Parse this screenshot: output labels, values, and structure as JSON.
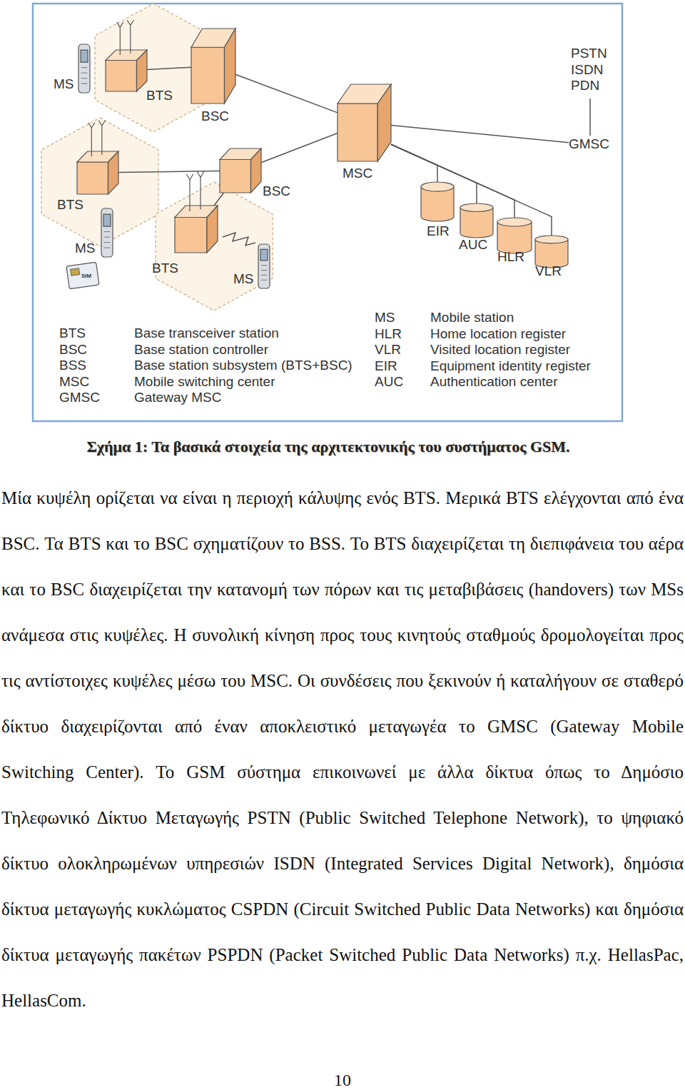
{
  "diagram": {
    "caption": "Σχήμα 1: Τα βασικά στοιχεία της αρχιτεκτονικής του συστήματος GSM.",
    "nodes": [
      {
        "text": [
          "MS"
        ]
      },
      {
        "text": [
          "BTS"
        ]
      },
      {
        "text": [
          "BSC"
        ]
      },
      {
        "text": [
          "MSC"
        ]
      },
      {
        "text": [
          "GMSC"
        ]
      },
      {
        "text": [
          "BTS"
        ]
      },
      {
        "text": [
          "BSC"
        ]
      },
      {
        "text": [
          "MS"
        ]
      },
      {
        "text": [
          "BTS"
        ]
      },
      {
        "text": [
          "MS"
        ]
      },
      {
        "text": [
          "EIR"
        ]
      },
      {
        "text": [
          "AUC"
        ]
      },
      {
        "text": [
          "HLR"
        ]
      },
      {
        "text": [
          "VLR"
        ]
      }
    ],
    "edges": [
      {
        "from": 1,
        "to": 2,
        "arrow": "none"
      },
      {
        "from": 5,
        "to": 6,
        "arrow": "none"
      },
      {
        "from": 8,
        "to": 6,
        "arrow": "none"
      },
      {
        "from": 2,
        "to": 3,
        "arrow": "none"
      },
      {
        "from": 6,
        "to": 3,
        "arrow": "none"
      },
      {
        "from": 3,
        "to": 4,
        "arrow": "none"
      },
      {
        "from": 3,
        "to": 10,
        "arrow": "none"
      },
      {
        "from": 3,
        "to": 11,
        "arrow": "none"
      },
      {
        "from": 3,
        "to": 12,
        "arrow": "none"
      },
      {
        "from": 3,
        "to": 13,
        "arrow": "none"
      }
    ],
    "labels": [
      "PSTN",
      "ISDN",
      "PDN",
      "SIM",
      "BTS",
      "Base transceiver station",
      "BSC",
      "Base station controller",
      "BSS",
      "Base station subsystem (BTS+BSC)",
      "MSC",
      "Mobile switching center",
      "GMSC",
      "Gateway MSC",
      "MS",
      "Mobile station",
      "HLR",
      "Home location register",
      "VLR",
      "Visited location register",
      "EIR",
      "Equipment identity register",
      "AUC",
      "Authentication center",
      "Μία κυψέλη ορίζεται να είναι η περιοχή κάλυψης ενός BTS. Μερικά BTS ελέγχονται από ένα BSC. Τα BTS και το BSC σχηματίζουν το BSS. Το BTS διαχειρίζεται τη διεπιφάνεια του αέρα και το BSC διαχειρίζεται την κατανομή των πόρων και τις μεταβιβάσεις (handovers) των MSs ανάμεσα στις κυψέλες. Η συνολική κίνηση προς τους κινητούς σταθμούς δρομολογείται προς τις αντίστοιχες κυψέλες μέσω του MSC. Οι συνδέσεις που ξεκινούν ή καταλήγουν σε σταθερό δίκτυο διαχειρίζονται από έναν αποκλειστικό μεταγωγέα το GMSC (Gateway Mobile Switching Center). Το GSM σύστημα επικοινωνεί με άλλα δίκτυα όπως το Δημόσιο Τηλεφωνικό Δίκτυο Μεταγωγής PSTN (Public Switched Telephone Network), το ψηφιακό δίκτυο ολοκληρωμένων υπηρεσιών ISDN (Integrated Services Digital Network), δημόσια δίκτυα μεταγωγής κυκλώματος CSPDN (Circuit Switched Public Data Networks) και δημόσια δίκτυα μεταγωγής πακέτων PSPDN (Packet Switched Public Data Networks) π.χ. HellasPac, HellasCom.",
      "10"
    ]
  }
}
